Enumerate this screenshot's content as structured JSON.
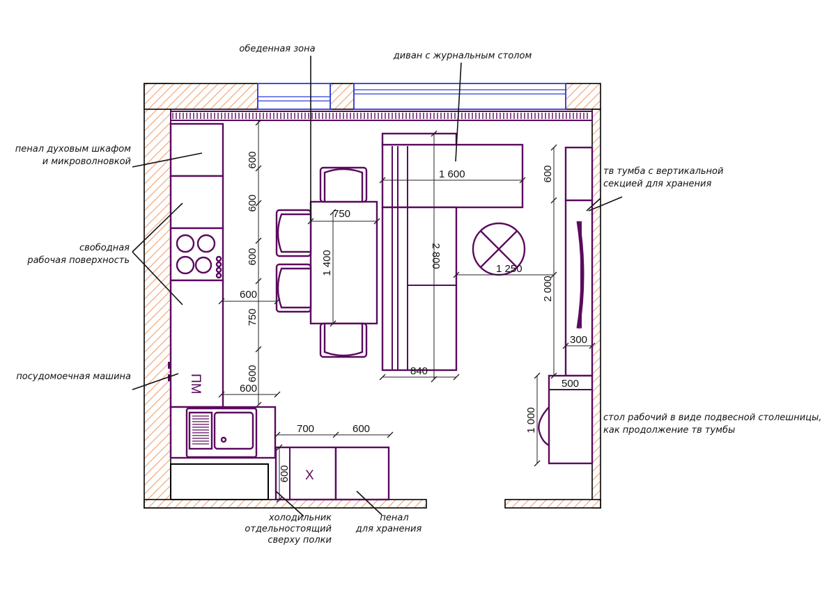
{
  "labels": {
    "dining_zone": "обеденная зона",
    "sofa": "диван с журнальным столом",
    "oven_tall": [
      "пенал духовым шкафом",
      "и микроволновкой"
    ],
    "free_surface": [
      "свободная",
      "рабочая поверхность"
    ],
    "dishwasher": "посудомоечная машина",
    "tv_unit": [
      "тв тумба с вертикальной",
      "секцией для хранения"
    ],
    "desk": [
      "стол рабочий в виде подвесной столешницы,",
      "как продолжение тв тумбы"
    ],
    "fridge": [
      "холодильник",
      "отдельностоящий",
      "сверху полки"
    ],
    "pantry": [
      "пенал",
      "для хранения"
    ],
    "pm": "ПМ",
    "fridge_mark": "X"
  },
  "dimensions": {
    "left_v": [
      "600",
      "600",
      "600",
      "750",
      "600"
    ],
    "counter_depth_1": "600",
    "counter_depth_2": "600",
    "table_w": "750",
    "table_l": "1 400",
    "sofa_w": "1 600",
    "sofa_l": "2 800",
    "sofa_depth": "840",
    "coffee_table": "1 250",
    "tv_top": "600",
    "tv_run": "2 000",
    "tv_depth": "300",
    "desk_w": "500",
    "desk_l": "1 000",
    "fridge_w": "700",
    "pantry_w": "600",
    "fridge_d": "600"
  },
  "colors": {
    "furniture": "#5a0a5e",
    "wall_hatch": "#f0a070",
    "window": "#2c3cd8"
  }
}
